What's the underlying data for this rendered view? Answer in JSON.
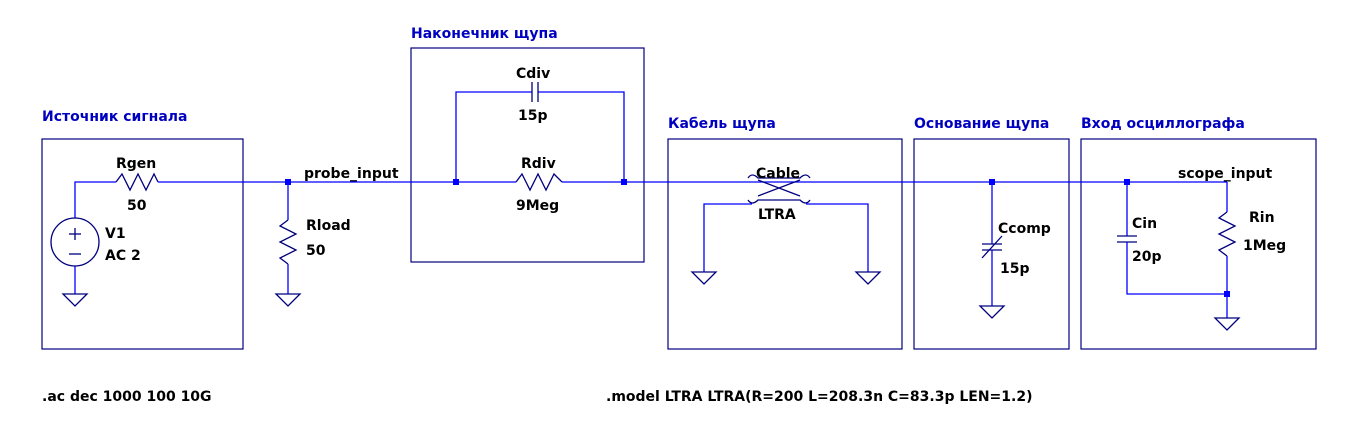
{
  "blocks": {
    "source": "Источник сигнала",
    "probe_tip": "Наконечник щупа",
    "cable": "Кабель щупа",
    "probe_base": "Основание щупа",
    "scope_input": "Вход осциллографа"
  },
  "nets": {
    "probe_input": "probe_input",
    "scope_input": "scope_input"
  },
  "components": {
    "rgen": {
      "name": "Rgen",
      "value": "50"
    },
    "v1": {
      "name": "V1",
      "value": "AC 2"
    },
    "rload": {
      "name": "Rload",
      "value": "50"
    },
    "cdiv": {
      "name": "Cdiv",
      "value": "15p"
    },
    "rdiv": {
      "name": "Rdiv",
      "value": "9Meg"
    },
    "cable": {
      "name": "Cable",
      "value": "LTRA"
    },
    "ccomp": {
      "name": "Ccomp",
      "value": "15p"
    },
    "cin": {
      "name": "Cin",
      "value": "20p"
    },
    "rin": {
      "name": "Rin",
      "value": "1Meg"
    }
  },
  "directives": {
    "ac": ".ac dec 1000 100 10G",
    "model": ".model LTRA LTRA(R=200 L=208.3n C=83.3p LEN=1.2)"
  }
}
